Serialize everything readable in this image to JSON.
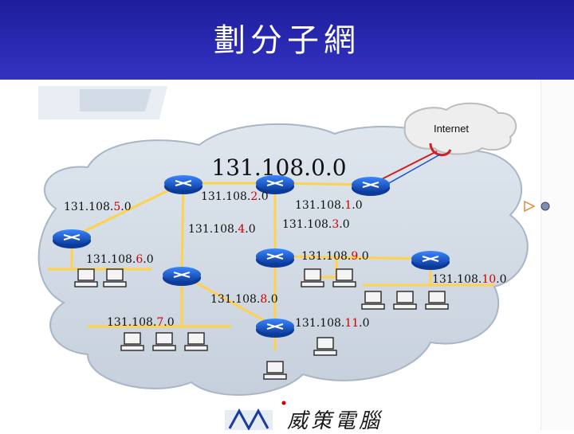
{
  "title": "劃分子網",
  "cloud": {
    "main_network": "131.108.0.0",
    "internet_label": "Internet"
  },
  "subnets": [
    {
      "prefix": "131.108.",
      "num": "5",
      "suffix": ".0"
    },
    {
      "prefix": "131.108.",
      "num": "2",
      "suffix": ".0"
    },
    {
      "prefix": "131.108.",
      "num": "1",
      "suffix": ".0"
    },
    {
      "prefix": "131.108.",
      "num": "4",
      "suffix": ".0"
    },
    {
      "prefix": "131.108.",
      "num": "3",
      "suffix": ".0"
    },
    {
      "prefix": "131.108.",
      "num": "6",
      "suffix": ".0"
    },
    {
      "prefix": "131.108.",
      "num": "9",
      "suffix": ".0"
    },
    {
      "prefix": "131.108.",
      "num": "10",
      "suffix": ".0"
    },
    {
      "prefix": "131.108.",
      "num": "8",
      "suffix": ".0"
    },
    {
      "prefix": "131.108.",
      "num": "7",
      "suffix": ".0"
    },
    {
      "prefix": "131.108.",
      "num": "11",
      "suffix": ".0"
    }
  ],
  "logo_text": "威策電腦",
  "colors": {
    "title_bg": "#2424a8",
    "subnet_number": "#cc0000",
    "router": "#1a5fd0",
    "cloud": "#d4dde8",
    "internet_link": "#d02020"
  },
  "icons": [
    "router-icon",
    "computer-icon",
    "cloud-icon",
    "play-icon",
    "bullet-icon"
  ]
}
